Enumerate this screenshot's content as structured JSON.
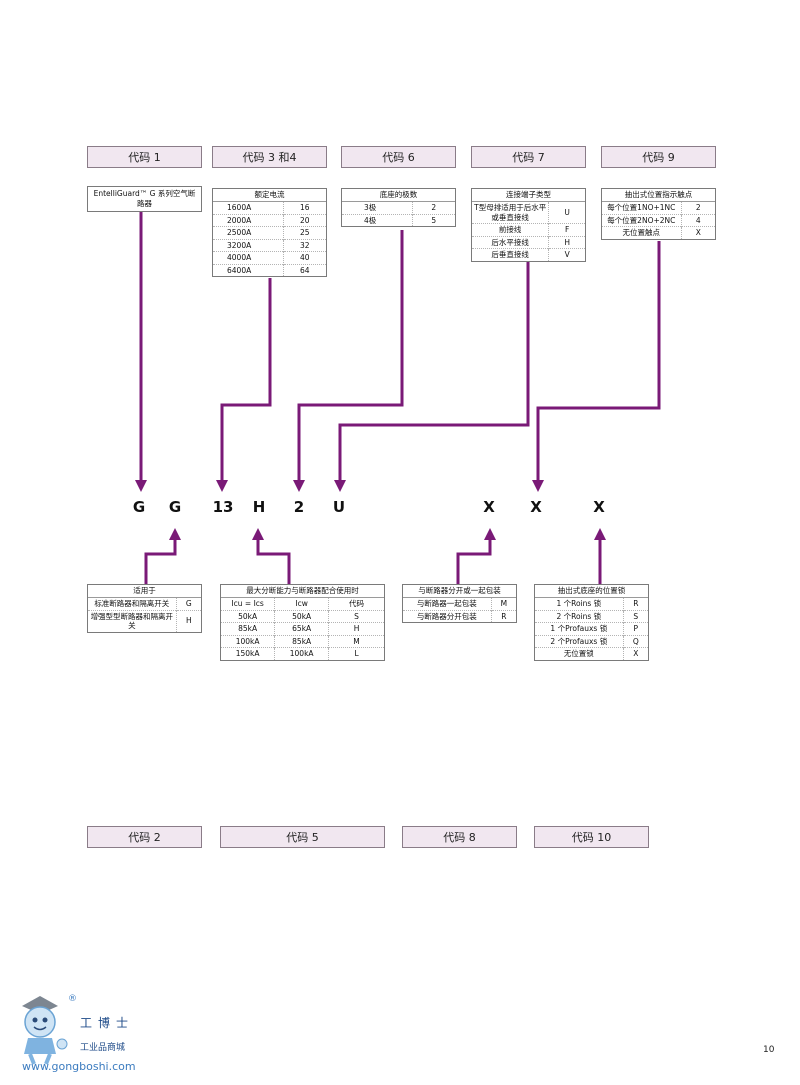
{
  "headers_top": [
    "代码 1",
    "代码 3 和4",
    "代码 6",
    "代码 7",
    "代码 9"
  ],
  "headers_bottom": [
    "代码 2",
    "代码 5",
    "代码 8",
    "代码 10"
  ],
  "code1": {
    "text": "EntelliGuard™ G 系列空气断路器"
  },
  "code34": {
    "title": "额定电流",
    "rows": [
      [
        "1600A",
        "16"
      ],
      [
        "2000A",
        "20"
      ],
      [
        "2500A",
        "25"
      ],
      [
        "3200A",
        "32"
      ],
      [
        "4000A",
        "40"
      ],
      [
        "6400A",
        "64"
      ]
    ]
  },
  "code6": {
    "title": "底座的极数",
    "rows": [
      [
        "3极",
        "2"
      ],
      [
        "4极",
        "5"
      ]
    ]
  },
  "code7": {
    "title": "连接端子类型",
    "rows": [
      [
        "T型母排适用于后水平或垂直接线",
        "U"
      ],
      [
        "前接线",
        "F"
      ],
      [
        "后水平接线",
        "H"
      ],
      [
        "后垂直接线",
        "V"
      ]
    ]
  },
  "code9": {
    "title": "抽出式位置指示触点",
    "rows": [
      [
        "每个位置1NO+1NC",
        "2"
      ],
      [
        "每个位置2NO+2NC",
        "4"
      ],
      [
        "无位置触点",
        "X"
      ]
    ]
  },
  "code2": {
    "title": "适用于",
    "rows": [
      [
        "标准断路器和隔离开关",
        "G"
      ],
      [
        "增强型型断路器和隔离开关",
        "H"
      ]
    ]
  },
  "code5": {
    "title": "最大分断能力与断路器配合使用时",
    "cols": [
      "Icu = Ics",
      "Icw",
      "代码"
    ],
    "rows": [
      [
        "50kA",
        "50kA",
        "S"
      ],
      [
        "85kA",
        "65kA",
        "H"
      ],
      [
        "100kA",
        "85kA",
        "M"
      ],
      [
        "150kA",
        "100kA",
        "L"
      ]
    ]
  },
  "code8": {
    "title": "与断路器分开或一起包装",
    "rows": [
      [
        "与断路器一起包装",
        "M"
      ],
      [
        "与断路器分开包装",
        "R"
      ]
    ]
  },
  "code10": {
    "title": "抽出式底座的位置锁",
    "rows": [
      [
        "1 个Roins 锁",
        "R"
      ],
      [
        "2 个Roins 锁",
        "S"
      ],
      [
        "1 个Profauxs 锁",
        "P"
      ],
      [
        "2 个Profauxs 锁",
        "Q"
      ],
      [
        "无位置锁",
        "X"
      ]
    ]
  },
  "code_letters": [
    "G",
    "G",
    "13",
    "H",
    "2",
    "U",
    "X",
    "X",
    "X"
  ],
  "logo": {
    "cn": "工博士",
    "sub": "工业品商城",
    "url": "www.gongboshi.com",
    "reg": "®"
  },
  "page_number": "10",
  "colors": {
    "arrow": "#7a1a77",
    "header_fill": "#f1e7f0"
  }
}
